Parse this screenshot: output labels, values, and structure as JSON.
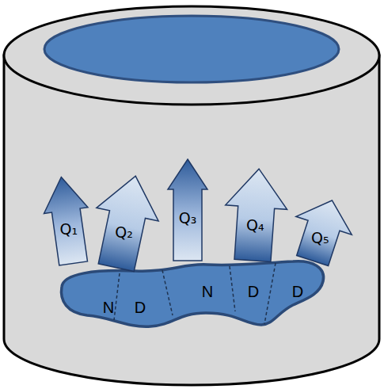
{
  "diagram": {
    "nodes": [
      {
        "text": [
          "Q₁"
        ]
      },
      {
        "text": [
          "Q₂"
        ]
      },
      {
        "text": [
          "Q₃"
        ]
      },
      {
        "text": [
          "Q₄"
        ]
      },
      {
        "text": [
          "Q₅"
        ]
      },
      {
        "text": [
          "N"
        ]
      },
      {
        "text": [
          "D"
        ]
      },
      {
        "text": [
          "N"
        ]
      },
      {
        "text": [
          "D"
        ]
      },
      {
        "text": [
          "D"
        ]
      }
    ]
  }
}
